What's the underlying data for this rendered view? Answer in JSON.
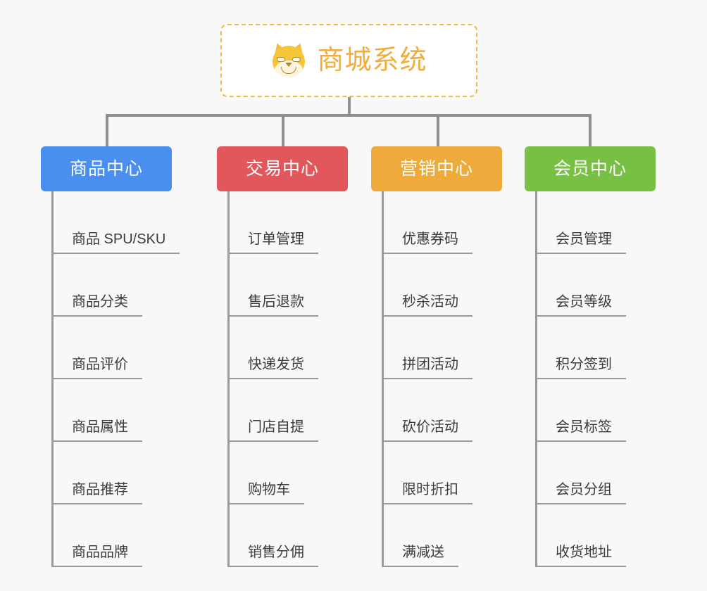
{
  "root": {
    "icon": "shiba-dog-face-emoji",
    "title": "商城系统",
    "accent_color": "#f0ad3e",
    "border_color": "#f2b84b"
  },
  "columns": [
    {
      "id": "product-center",
      "label": "商品中心",
      "color": "#4a8ef0",
      "items": [
        "商品 SPU/SKU",
        "商品分类",
        "商品评价",
        "商品属性",
        "商品推荐",
        "商品品牌"
      ]
    },
    {
      "id": "trade-center",
      "label": "交易中心",
      "color": "#e2575c",
      "items": [
        "订单管理",
        "售后退款",
        "快递发货",
        "门店自提",
        "购物车",
        "销售分佣"
      ]
    },
    {
      "id": "marketing-center",
      "label": "营销中心",
      "color": "#eeab3c",
      "items": [
        "优惠券码",
        "秒杀活动",
        "拼团活动",
        "砍价活动",
        "限时折扣",
        "满减送"
      ]
    },
    {
      "id": "member-center",
      "label": "会员中心",
      "color": "#78c044",
      "items": [
        "会员管理",
        "会员等级",
        "积分签到",
        "会员标签",
        "会员分组",
        "收货地址"
      ]
    }
  ],
  "theme": {
    "background": "#f8f8f8",
    "connector_color": "#909090",
    "leaf_line_color": "#9a9a9a",
    "leaf_text_color": "#3b3b3b"
  }
}
